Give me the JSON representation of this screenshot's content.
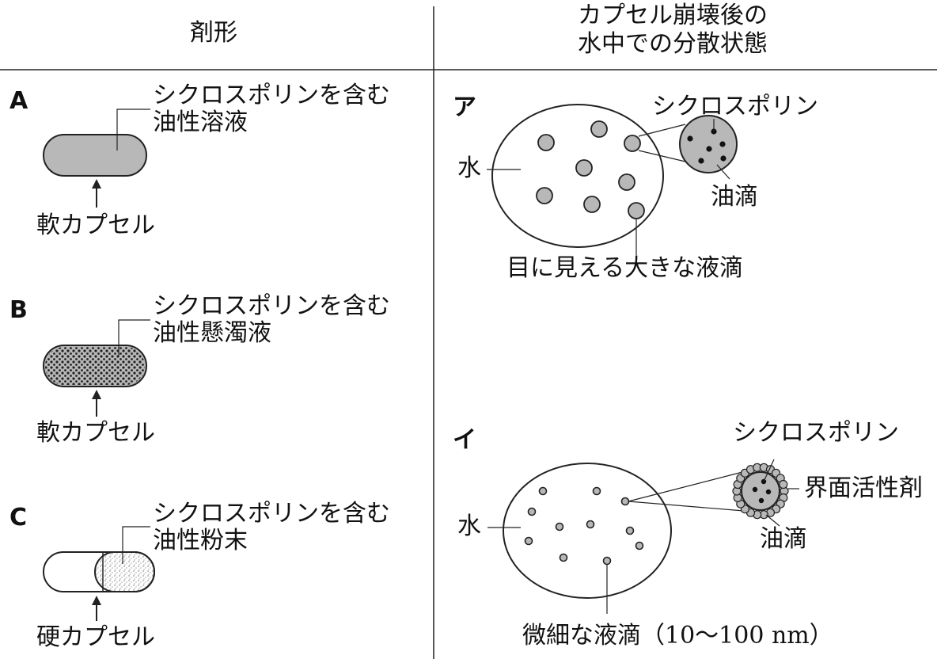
{
  "header": {
    "col1": "剤形",
    "col2_line1": "カプセル崩壊後の",
    "col2_line2": "水中での分散状態"
  },
  "forms": [
    {
      "letter": "A",
      "desc_line1": "シクロスポリンを含む",
      "desc_line2": "油性溶液",
      "capsule": "軟カプセル"
    },
    {
      "letter": "B",
      "desc_line1": "シクロスポリンを含む",
      "desc_line2": "油性懸濁液",
      "capsule": "軟カプセル"
    },
    {
      "letter": "C",
      "desc_line1": "シクロスポリンを含む",
      "desc_line2": "油性粉末",
      "capsule": "硬カプセル"
    }
  ],
  "states": [
    {
      "letter": "ア",
      "water": "水",
      "drug": "シクロスポリン",
      "oil": "油滴",
      "caption": "目に見える大きな液滴"
    },
    {
      "letter": "イ",
      "water": "水",
      "drug": "シクロスポリン",
      "surfactant": "界面活性剤",
      "oil": "油滴",
      "caption": "微細な液滴（10〜100 nm）"
    }
  ]
}
